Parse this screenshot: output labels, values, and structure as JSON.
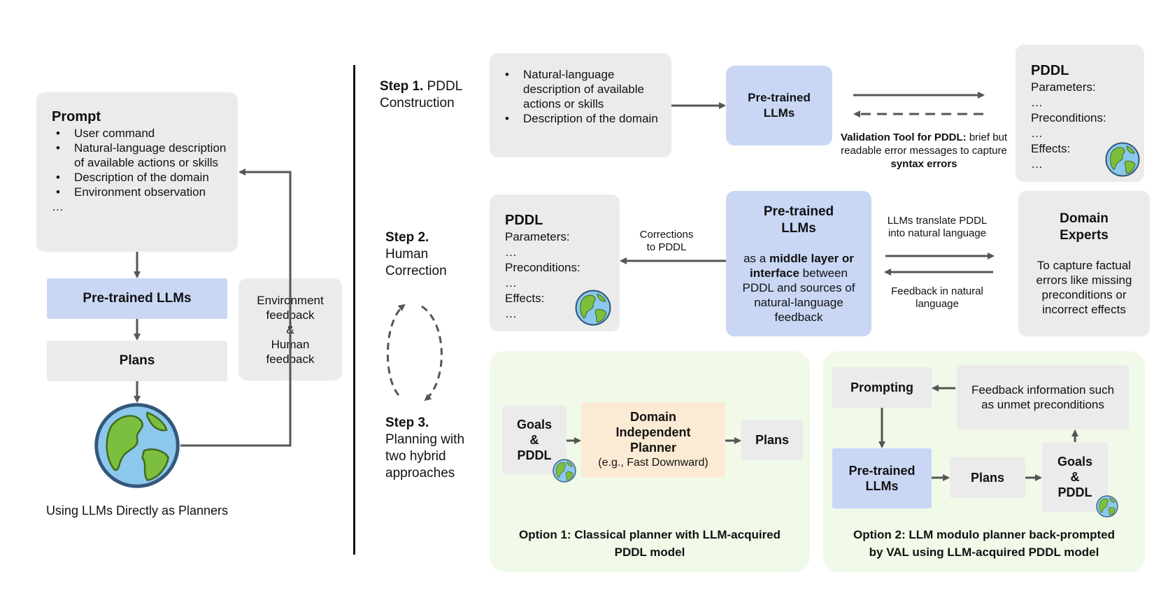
{
  "left": {
    "prompt_title": "Prompt",
    "prompt_items": [
      "User command",
      "Natural-language description of available actions or skills",
      "Description of the domain",
      "Environment observation"
    ],
    "prompt_ellipsis": "…",
    "llm_label": "Pre-trained LLMs",
    "plans_label": "Plans",
    "feedback_lines": [
      "Environment",
      "feedback",
      "&",
      "Human",
      "feedback"
    ],
    "caption": "Using LLMs Directly as Planners"
  },
  "step1": {
    "label_bold": "Step 1.",
    "label_rest": "PDDL",
    "label_line2": "Construction",
    "input_items": [
      "Natural-language description of available actions or skills",
      "Description of the domain"
    ],
    "llm_label": "Pre-trained LLMs",
    "validation_bold": "Validation Tool for PDDL:",
    "validation_rest": "brief but readable error messages to capture",
    "validation_syntax": "syntax errors",
    "pddl_title": "PDDL",
    "pddl_lines": [
      "Parameters:",
      "…",
      "Preconditions:",
      "…",
      "Effects:",
      "…"
    ]
  },
  "step2": {
    "label_bold": "Step 2.",
    "label_lines": [
      "Human",
      "Correction"
    ],
    "pddl_title": "PDDL",
    "pddl_lines": [
      "Parameters:",
      "…",
      "Preconditions:",
      "…",
      "Effects:",
      "…"
    ],
    "corrections_lines": [
      "Corrections",
      "to PDDL"
    ],
    "llm_title": "Pre-trained LLMs",
    "llm_pre": "as a",
    "llm_bold": "middle layer or interface",
    "llm_rest": "between PDDL and sources of natural-language feedback",
    "translate_lines": [
      "LLMs translate PDDL",
      "into natural language"
    ],
    "feedback_lines": [
      "Feedback in natural",
      "language"
    ],
    "experts_title": "Domain Experts",
    "experts_text": "To capture factual errors like missing preconditions or incorrect effects"
  },
  "step3": {
    "label_bold": "Step 3.",
    "label_lines": [
      "Planning with",
      "two hybrid",
      "approaches"
    ]
  },
  "option1": {
    "goals_lines": [
      "Goals",
      "&",
      "PDDL"
    ],
    "planner_lines": [
      "Domain",
      "Independent",
      "Planner"
    ],
    "planner_sub": "(e.g., Fast Downward)",
    "plans_label": "Plans",
    "caption_lines": [
      "Option 1: Classical planner with LLM-acquired",
      "PDDL model"
    ]
  },
  "option2": {
    "prompting_label": "Prompting",
    "feedback_text": "Feedback information such as unmet preconditions",
    "llm_label": "Pre-trained LLMs",
    "plans_label": "Plans",
    "goals_lines": [
      "Goals",
      "&",
      "PDDL"
    ],
    "caption_lines": [
      "Option 2: LLM modulo planner back-prompted",
      "by VAL using LLM-acquired PDDL model"
    ]
  },
  "colors": {
    "grey_box": "#ebebeb",
    "llm_blue": "#c9d7f5",
    "planner_peach": "#fcebd4",
    "option_panel": "#f1f9e8",
    "arrow": "#555555"
  },
  "icons": [
    "globe-icon"
  ]
}
